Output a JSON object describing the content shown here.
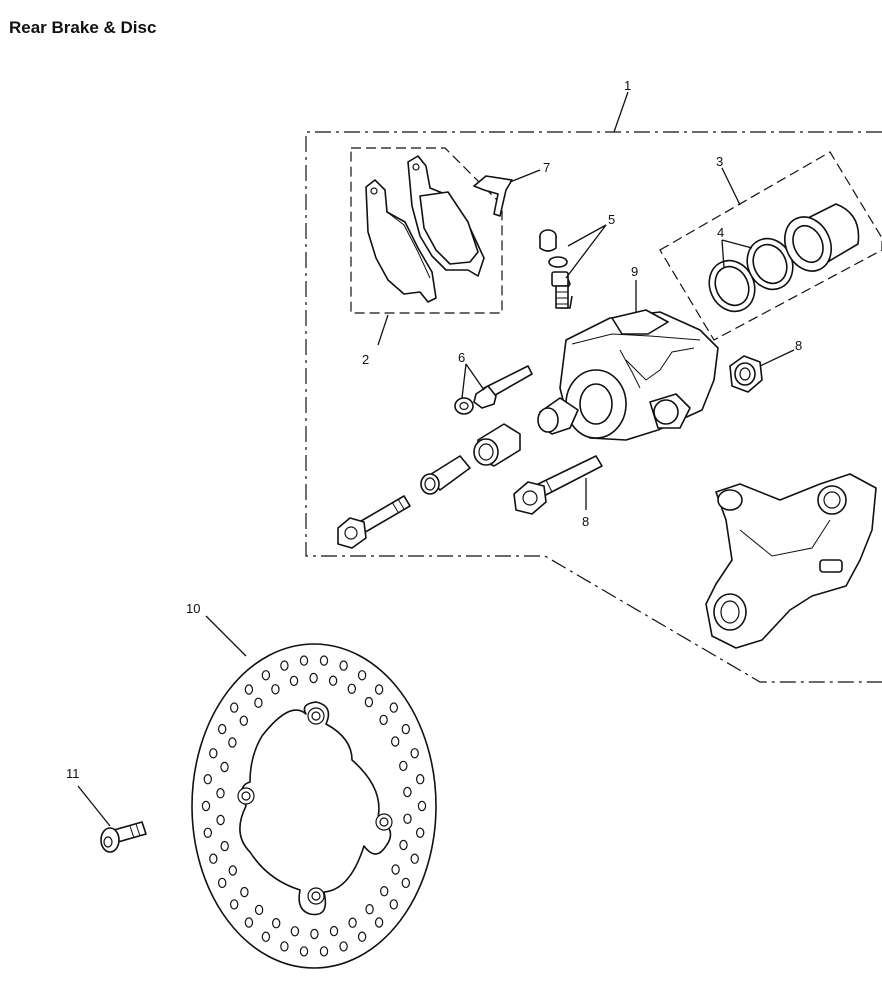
{
  "page_title": "Rear Brake & Disc",
  "callouts": {
    "c1": "1",
    "c2": "2",
    "c3": "3",
    "c4": "4",
    "c5": "5",
    "c6": "6",
    "c7": "7",
    "c8a": "8",
    "c8b": "8",
    "c9": "9",
    "c10": "10",
    "c11": "11"
  }
}
